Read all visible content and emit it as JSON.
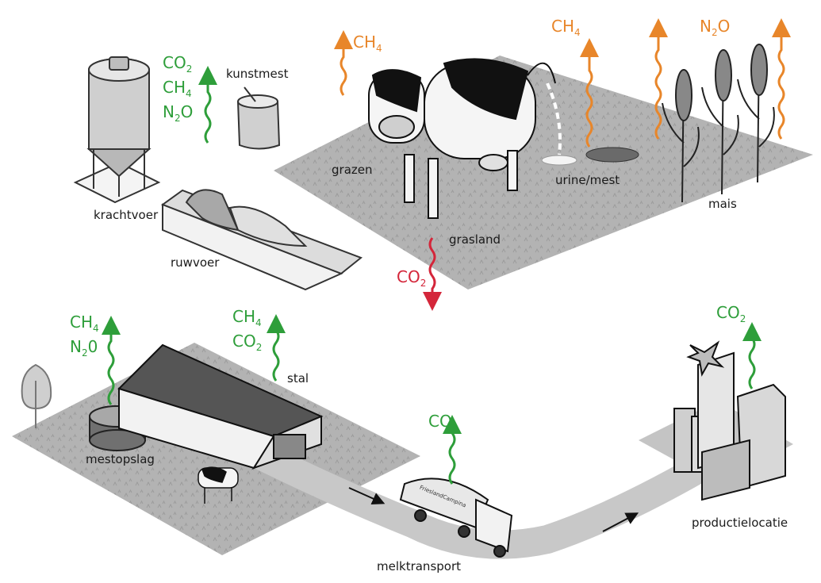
{
  "labels": {
    "krachtvoer": "krachtvoer",
    "kunstmest": "kunstmest",
    "ruwvoer": "ruwvoer",
    "grazen": "grazen",
    "urine_mest": "urine/mest",
    "grasland": "grasland",
    "mais": "mais",
    "stal": "stal",
    "mestopslag": "mestopslag",
    "melktransport": "melktransport",
    "productielocatie": "productielocatie"
  },
  "gases": {
    "feed_base": [
      "CO",
      "CH",
      "N"
    ],
    "feed_sub": [
      "2",
      "4",
      "2"
    ],
    "feed_tail": [
      "",
      "",
      "O"
    ],
    "cow_ch4": "CH",
    "urine_ch4": "CH",
    "mais_n2o": "N",
    "mais_n2o_tail": "O",
    "grass_co2": "CO",
    "storage_ch4": "CH",
    "storage_n20": "N",
    "storage_n20_tail": "0",
    "stal_ch4": "CH",
    "stal_co2": "CO",
    "truck_co2": "CO",
    "factory_co2": "CO"
  },
  "truck_brand": "FrieslandCampina",
  "colors": {
    "uptake_green": "#2e9e3a",
    "emission_orange": "#e8862a",
    "sink_red": "#d4263a",
    "ground_gray": "#b3b3b3",
    "road_gray": "#c4c4c4"
  }
}
